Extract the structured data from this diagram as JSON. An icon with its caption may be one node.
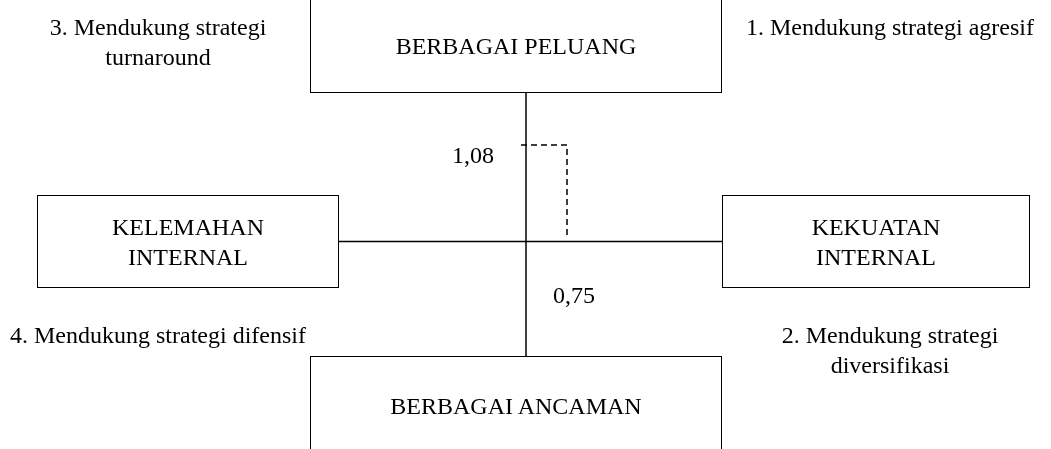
{
  "diagram": {
    "nodes": [
      {
        "text": [
          "BERBAGAI PELUANG"
        ]
      },
      {
        "text": [
          "KELEMAHAN INTERNAL"
        ]
      },
      {
        "text": [
          "KEKUATAN INTERNAL"
        ]
      },
      {
        "text": [
          "BERBAGAI ANCAMAN"
        ]
      }
    ],
    "edges": [
      {
        "from": 0,
        "to": 3,
        "arrow": "none"
      },
      {
        "from": 1,
        "to": 2,
        "arrow": "none"
      }
    ],
    "labels": [
      "3. Mendukung strategi turnaround",
      "1. Mendukung strategi agresif",
      "1,08",
      "4. Mendukung strategi difensif",
      "0,75",
      "2. Mendukung strategi diversifikasi"
    ]
  }
}
